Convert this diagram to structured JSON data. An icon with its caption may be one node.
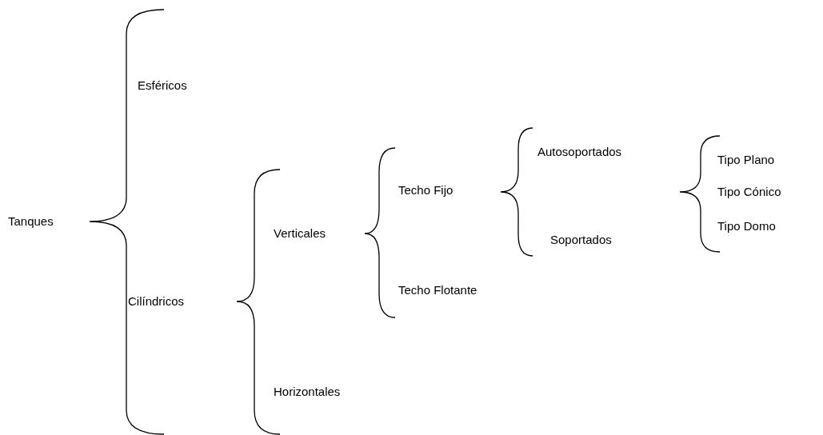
{
  "diagram": {
    "labels": [
      "Esféricos",
      "Tanques",
      "Cilíndricos",
      "Verticales",
      "Horizontales",
      "Techo Fijo",
      "Techo Flotante",
      "Autosoportados",
      "Soportados",
      "Tipo Plano",
      "Tipo Cónico",
      "Tipo Domo"
    ]
  }
}
